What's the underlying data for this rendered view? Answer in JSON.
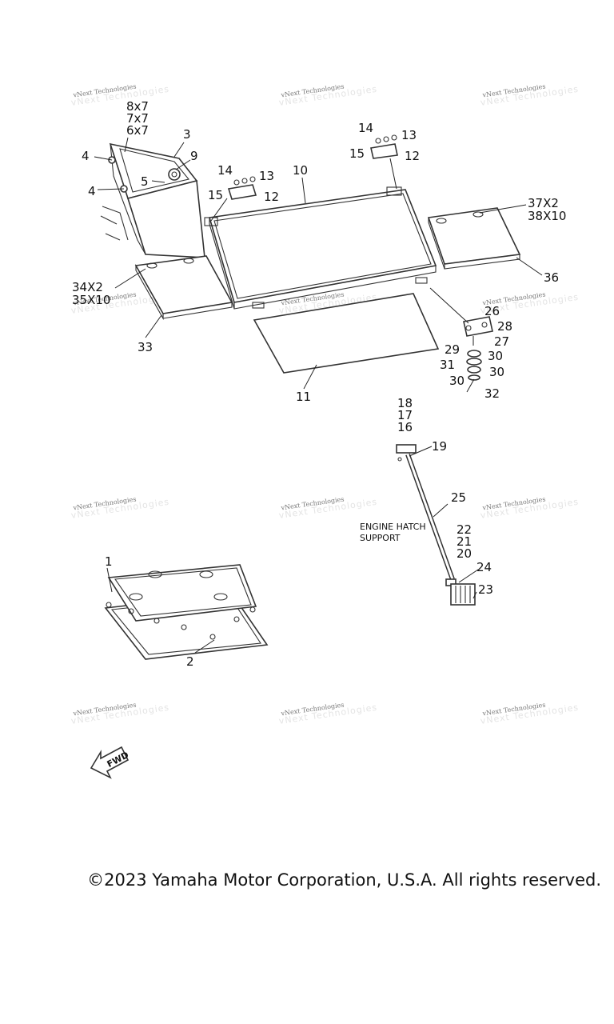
{
  "watermark": {
    "line": "vNext Technologies"
  },
  "callouts": {
    "c1": "1",
    "c2": "2",
    "c3": "3",
    "c4a": "4",
    "c4b": "4",
    "c5": "5",
    "c9": "9",
    "c10": "10",
    "c11": "11",
    "c12a": "12",
    "c13a": "13",
    "c14a": "14",
    "c15a": "15",
    "c12b": "12",
    "c13b": "13",
    "c14b": "14",
    "c15b": "15",
    "c16": "16",
    "c17": "17",
    "c18": "18",
    "c19": "19",
    "c20": "20",
    "c21": "21",
    "c22": "22",
    "c23": "23",
    "c24": "24",
    "c25": "25",
    "c26": "26",
    "c27": "27",
    "c28": "28",
    "c29": "29",
    "c30a": "30",
    "c30b": "30",
    "c30c": "30",
    "c31": "31",
    "c32": "32",
    "c33": "33",
    "c36": "36",
    "q8x7": "8x7",
    "q7x7": "7x7",
    "q6x7": "6x7",
    "q34": "34X2",
    "q35": "35X10",
    "q37": "37X2",
    "q38": "38X10"
  },
  "notes": {
    "hatch_line1": "ENGINE HATCH",
    "hatch_line2": "SUPPORT",
    "fwd": "FWD"
  },
  "footer": {
    "copyright": "©2023 Yamaha Motor Corporation, U.S.A. All rights reserved."
  }
}
